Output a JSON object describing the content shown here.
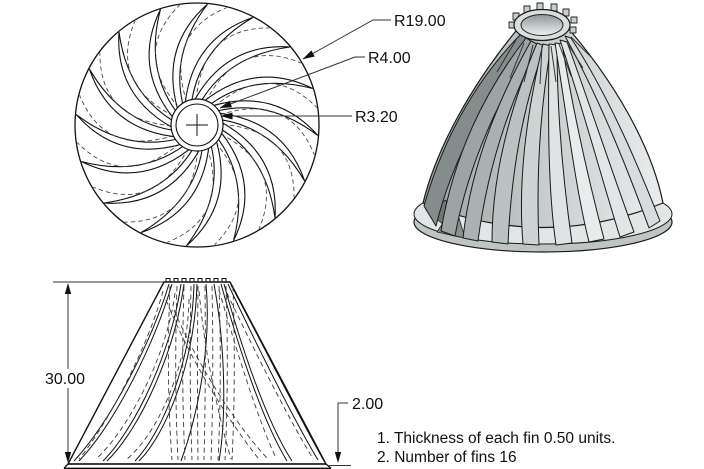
{
  "drawing": {
    "colors": {
      "background": "#ffffff",
      "line": "#111111",
      "shade_dark": "#858c8c",
      "shade_light": "#ecefef"
    },
    "top_view": {
      "radius_labels": {
        "outer": "R19.00",
        "hub": "R4.00",
        "bore": "R3.20"
      }
    },
    "front_view": {
      "height_label": "30.00",
      "base_thickness_label": "2.00"
    },
    "notes": {
      "line1": "1. Thickness of each fin 0.50 units.",
      "line2": "2. Number of fins 16"
    }
  }
}
